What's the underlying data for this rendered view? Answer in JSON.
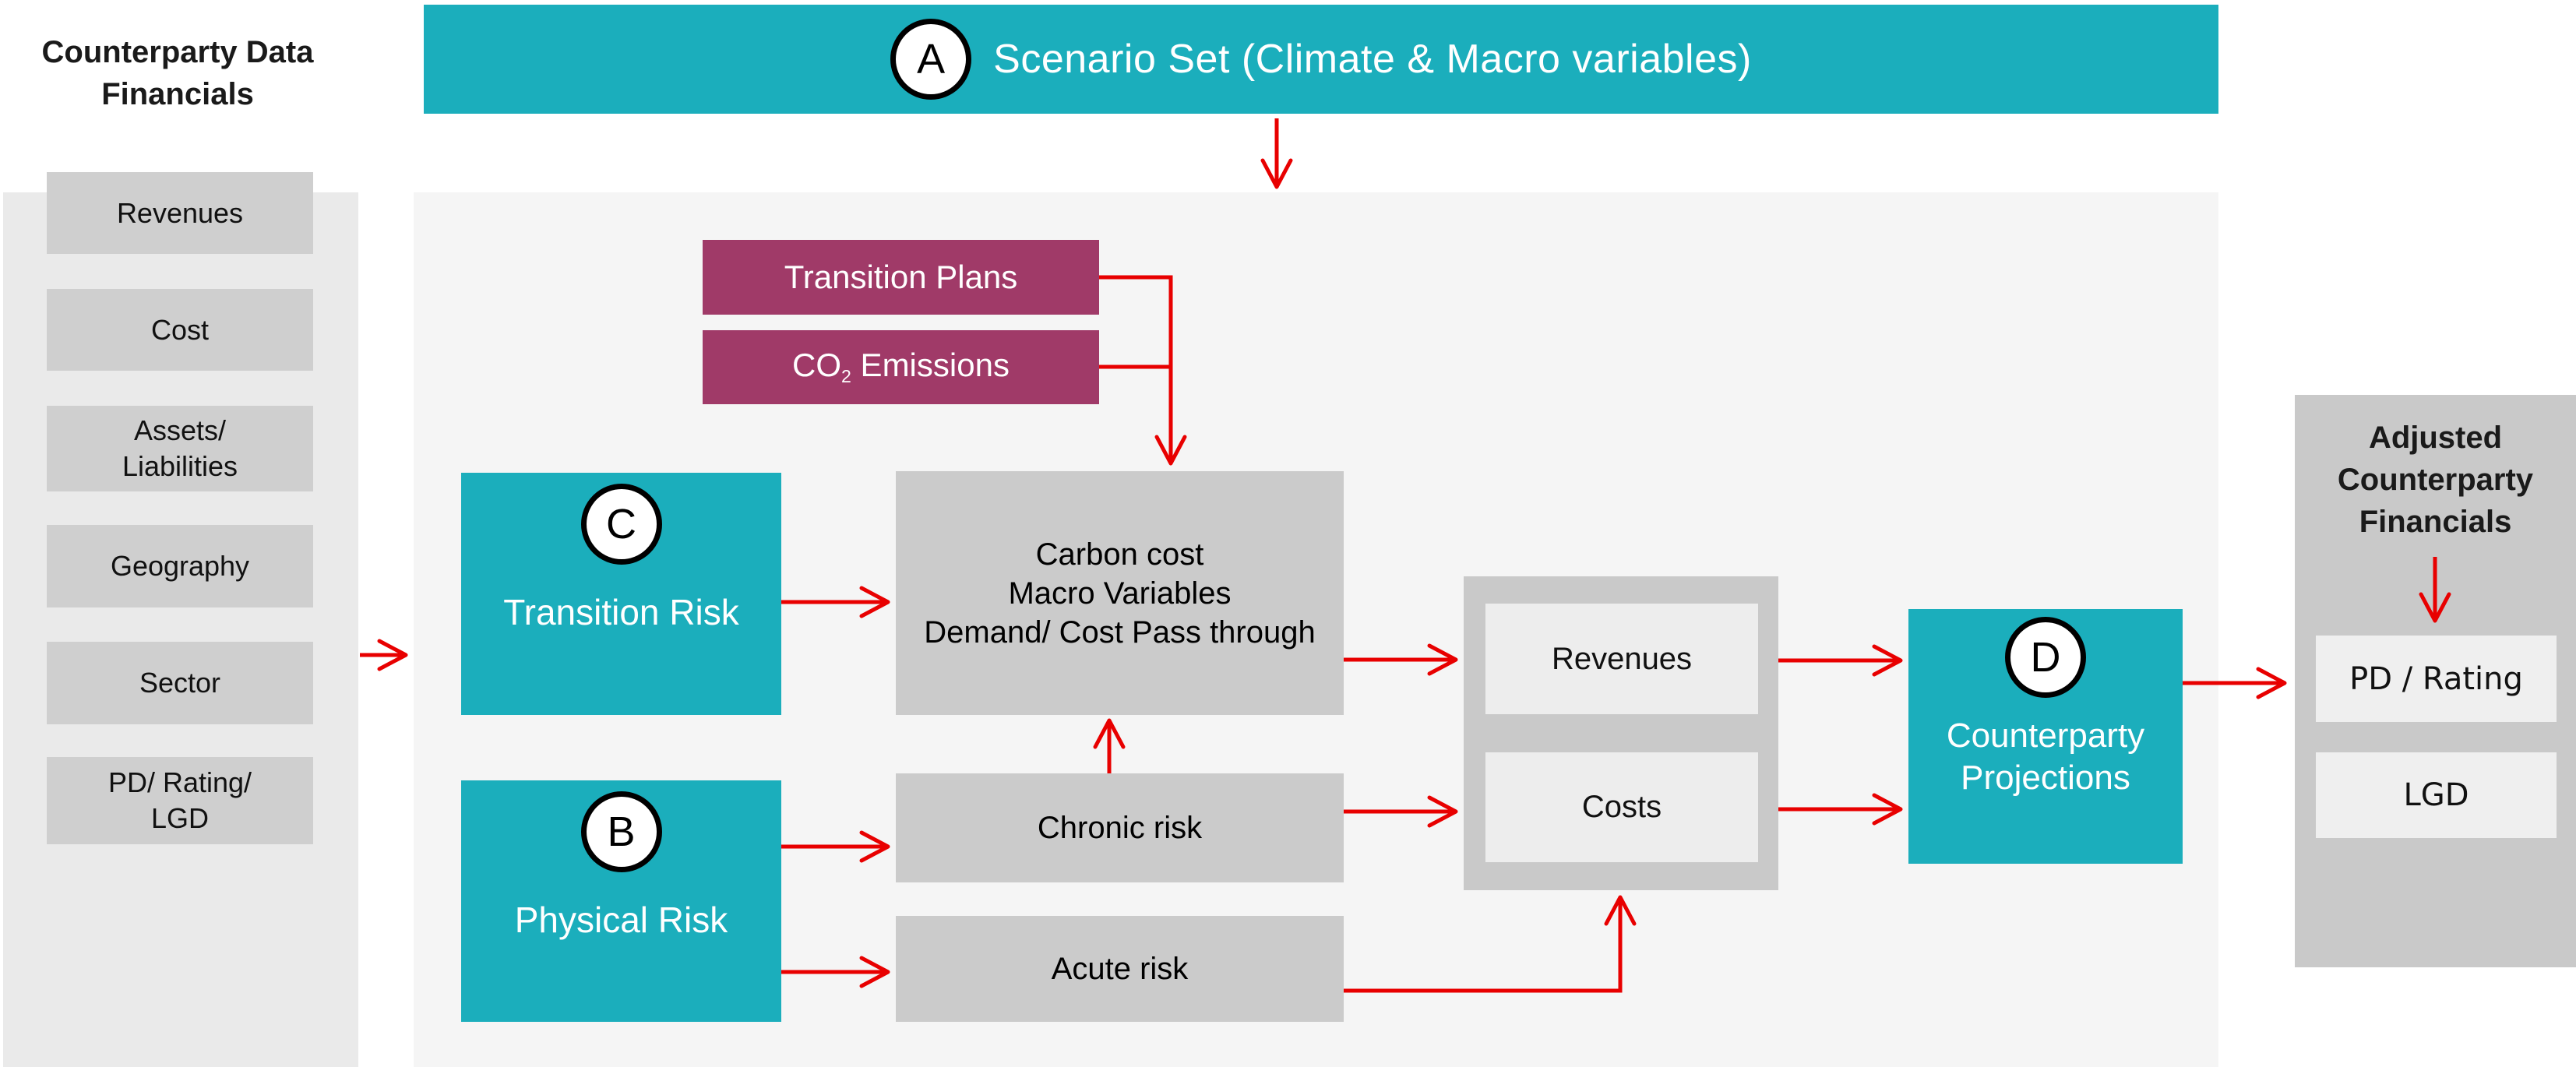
{
  "colors": {
    "teal": "#1BAEBC",
    "magenta": "#A03A68",
    "arrow_red": "#E80000",
    "main_panel_bg": "#F5F5F5",
    "sidebar_bg": "#EAEAEA",
    "gray_box_bg": "#CBCBCB",
    "group_bg": "#C9C9C9",
    "inner_box_bg": "#EDEDED"
  },
  "banner": {
    "badge": "A",
    "title": "Scenario Set (Climate & Macro variables)"
  },
  "sidebar": {
    "title": "Counterparty Data\nFinancials",
    "items": [
      {
        "label": "Revenues"
      },
      {
        "label": "Cost"
      },
      {
        "label": "Assets/\nLiabilities"
      },
      {
        "label": "Geography"
      },
      {
        "label": "Sector"
      },
      {
        "label": "PD/ Rating/\nLGD"
      }
    ]
  },
  "inputs": {
    "transition_plans": "Transition Plans",
    "co2_prefix": "CO",
    "co2_sub": "2",
    "co2_suffix": " Emissions"
  },
  "risk_boxes": {
    "transition": {
      "badge": "C",
      "label": "Transition Risk"
    },
    "physical": {
      "badge": "B",
      "label": "Physical Risk"
    }
  },
  "impact_boxes": {
    "carbon": "Carbon cost\nMacro Variables\nDemand/ Cost Pass through",
    "chronic": "Chronic risk",
    "acute": "Acute risk"
  },
  "financials_group": {
    "revenues": "Revenues",
    "costs": "Costs"
  },
  "projections": {
    "badge": "D",
    "label": "Counterparty\nProjections"
  },
  "output_panel": {
    "title": "Adjusted\nCounterparty\nFinancials",
    "pd_rating": "PD / Rating",
    "lgd": "LGD"
  }
}
